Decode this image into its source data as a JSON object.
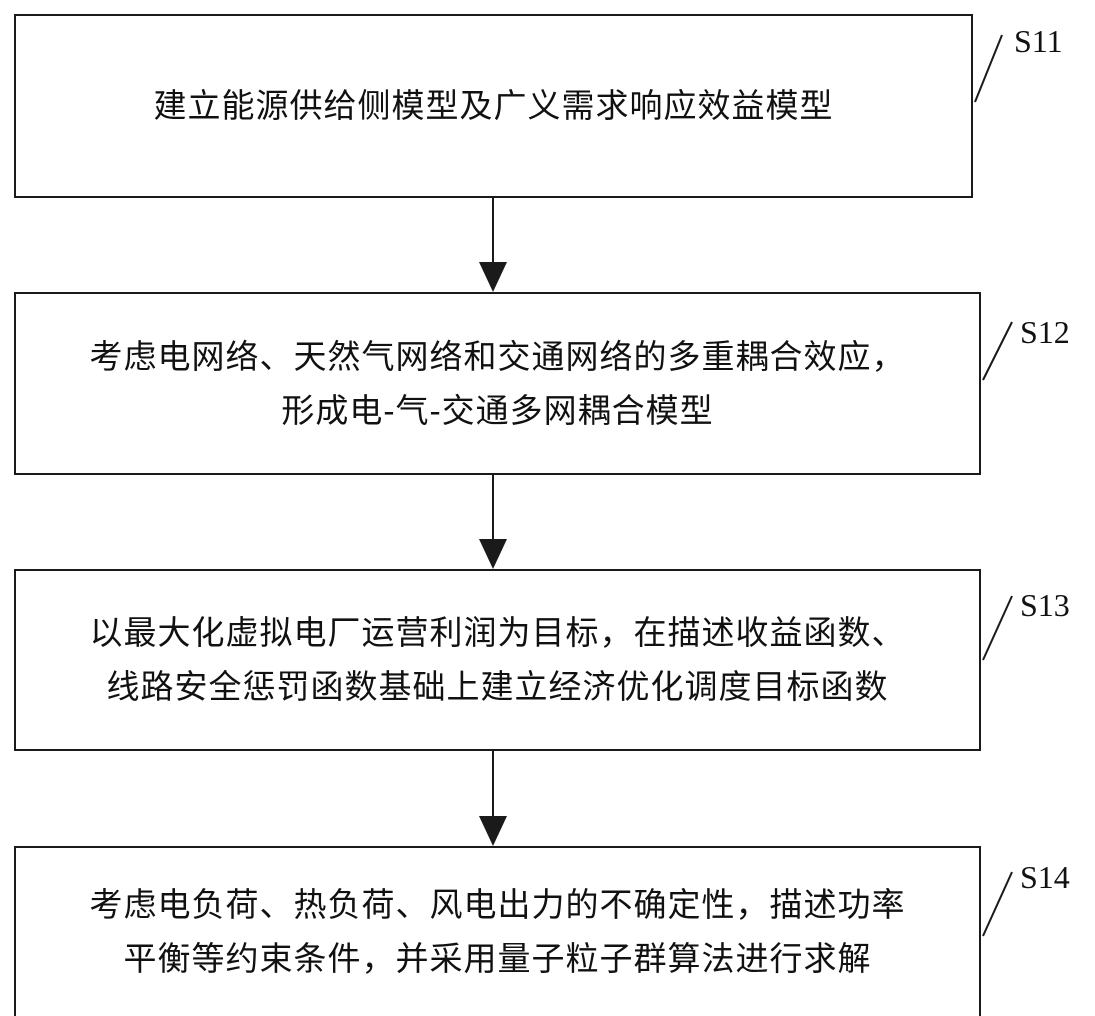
{
  "steps": [
    {
      "id": "S11",
      "label": "S11",
      "lines": [
        "建立能源供给侧模型及广义需求响应效益模型"
      ]
    },
    {
      "id": "S12",
      "label": "S12",
      "lines": [
        "考虑电网络、天然气网络和交通网络的多重耦合效应，",
        "形成电-气-交通多网耦合模型"
      ]
    },
    {
      "id": "S13",
      "label": "S13",
      "lines": [
        "以最大化虚拟电厂运营利润为目标，在描述收益函数、",
        "线路安全惩罚函数基础上建立经济优化调度目标函数"
      ]
    },
    {
      "id": "S14",
      "label": "S14",
      "lines": [
        "考虑电负荷、热负荷、风电出力的不确定性，描述功率",
        "平衡等约束条件，并采用量子粒子群算法进行求解"
      ]
    }
  ]
}
